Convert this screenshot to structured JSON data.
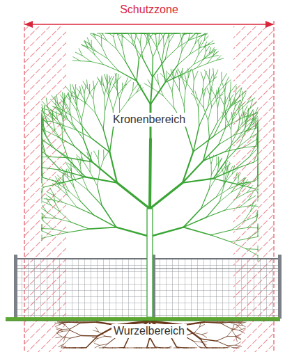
{
  "diagram": {
    "labels": [
      "Schutzzone",
      "Kronenbereich",
      "Wurzelbereich"
    ]
  }
}
